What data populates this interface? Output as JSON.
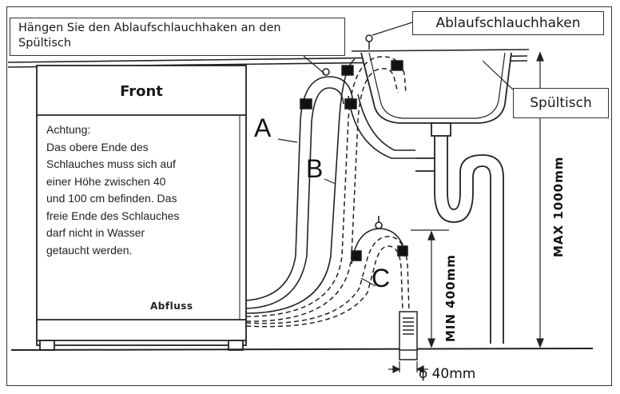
{
  "labels": {
    "instruction": "Hängen Sie den Ablaufschlauchhaken an den Spültisch",
    "hose_hook": "Ablaufschlauchhaken",
    "sink": "Spültisch",
    "front": "Front",
    "warning": [
      "Achtung:",
      "Das obere Ende des",
      "Schlauches muss sich auf",
      "einer Höhe zwischen 40",
      "und 100 cm befinden. Das",
      "freie Ende des Schlauches",
      "darf nicht in Wasser",
      "getaucht werden."
    ],
    "drain_cutoff": "Abfluss",
    "hose_a": "A",
    "hose_b": "B",
    "hose_c": "C",
    "max_height": "MAX 1000mm",
    "min_height": "MIN 400mm",
    "pipe_diameter": "ϕ 40mm"
  },
  "colors": {
    "line": "#222222",
    "background": "#ffffff"
  }
}
